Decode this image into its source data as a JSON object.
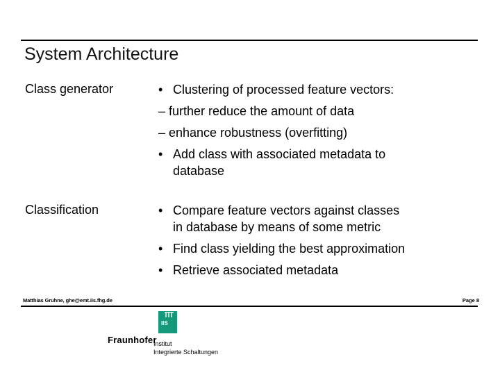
{
  "slide": {
    "title": "System Architecture",
    "bullet_char": "•",
    "sub_bullet_char": "–",
    "sections": [
      {
        "label": "Class generator",
        "bullets": [
          {
            "lines": [
              "Clustering of processed feature vectors:"
            ],
            "subs": [
              {
                "lines": [
                  "further reduce the amount of data"
                ]
              },
              {
                "lines": [
                  "enhance robustness (overfitting)"
                ]
              }
            ]
          },
          {
            "lines": [
              "Add class with associated metadata to",
              "database"
            ]
          }
        ]
      },
      {
        "label": "Classification",
        "bullets": [
          {
            "lines": [
              "Compare feature vectors against classes",
              "in database by means of some metric"
            ]
          },
          {
            "lines": [
              "Find class yielding the best approximation"
            ]
          },
          {
            "lines": [
              "Retrieve associated metadata"
            ]
          }
        ]
      }
    ],
    "footer": {
      "author": "Matthias Gruhne, ghe@emt.iis.fhg.de",
      "page_label": "Page 8"
    },
    "logo": {
      "square_text": "IIS",
      "brand": "Fraunhofer",
      "institute_line1": "Institut",
      "institute_line2": "Integrierte Schaltungen",
      "green": "#149a7a"
    }
  }
}
